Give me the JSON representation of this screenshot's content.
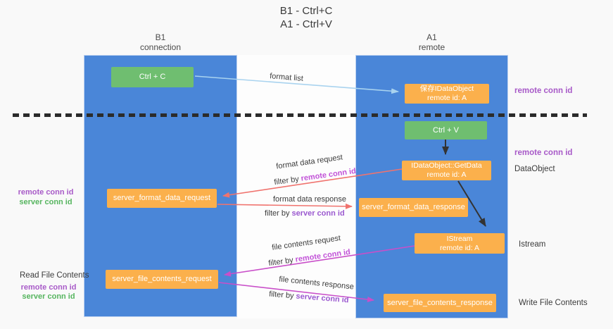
{
  "title": {
    "line1": "B1 - Ctrl+C",
    "line2": "A1 - Ctrl+V"
  },
  "lanes": {
    "left": {
      "name": "B1",
      "role": "connection"
    },
    "right": {
      "name": "A1",
      "role": "remote"
    }
  },
  "nodes": {
    "ctrl_c": "Ctrl + C",
    "ctrl_v": "Ctrl + V",
    "save_idataobject_line1": "保存IDataObject",
    "save_idataobject_line2": "remote id: A",
    "getdata_line1": "IDataObject::GetData",
    "getdata_line2": "remote id: A",
    "istream_line1": "IStream",
    "istream_line2": "remote id: A",
    "server_format_data_request": "server_format_data_request",
    "server_format_data_response": "server_format_data_response",
    "server_file_contents_request": "server_file_contents_request",
    "server_file_contents_response": "server_file_contents_response"
  },
  "flow": {
    "format_list": "format list",
    "format_data_request": "format data request",
    "format_data_response": "format data response",
    "file_contents_request": "file contents request",
    "file_contents_response": "file contents response",
    "filter_by": "filter by",
    "remote_conn_id": "remote conn id",
    "server_conn_id": "server conn id"
  },
  "side": {
    "remote_conn_id": "remote conn id",
    "server_conn_id": "server conn id",
    "dataobject": "DataObject",
    "istream": "Istream",
    "read_file_contents": "Read File Contents",
    "write_file_contents": "Write File Contents"
  },
  "colors": {
    "lane_blue": "#4a86d8",
    "node_green": "#6fbe70",
    "node_orange": "#fbb04c",
    "purple_label": "#a85ac8",
    "green_label": "#56b55f",
    "filter_remote_purple": "#c253d8",
    "filter_server_purple": "#9b59d0",
    "salmon_arrow": "#f0736e",
    "magenta_arrow": "#c94fc9",
    "light_blue_arrow": "#a9d3ef",
    "black_arrow": "#333333"
  }
}
